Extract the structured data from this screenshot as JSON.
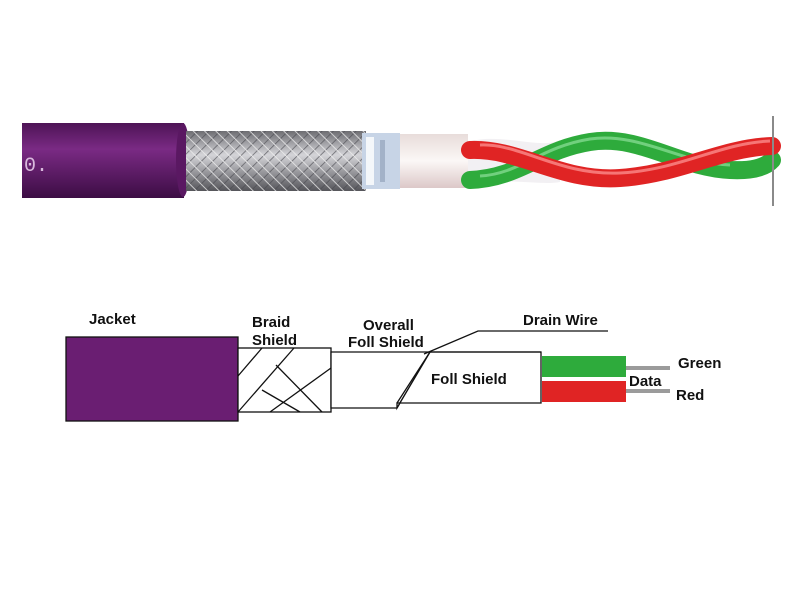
{
  "colors": {
    "jacket": "#6a1e72",
    "braid": "#a9a9ad",
    "foil": "#f3ecea",
    "green_wire": "#2eab3c",
    "red_wire": "#e02424",
    "lead": "#9b9b9b"
  },
  "photo": {
    "jacket_print": "0."
  },
  "labels": {
    "jacket": "Jacket",
    "braid_shield_1": "Braid",
    "braid_shield_2": "Shield",
    "overall_foil_1": "Overall",
    "overall_foil_2": "Foll Shield",
    "drain_wire": "Drain Wire",
    "foil_shield": "Foll Shield",
    "green": "Green",
    "data": "Data",
    "red": "Red"
  }
}
